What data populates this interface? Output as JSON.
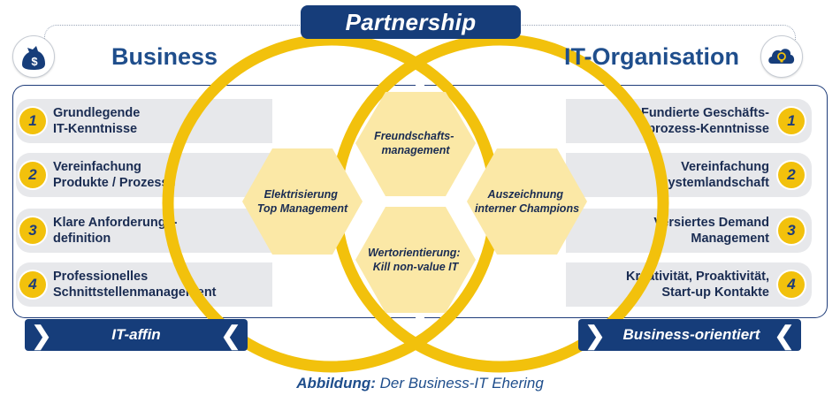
{
  "title": "Partnership",
  "left": {
    "heading": "Business",
    "icon": "money-bag-icon",
    "items": [
      {
        "num": "1",
        "line1": "Grundlegende",
        "line2": "IT-Kenntnisse"
      },
      {
        "num": "2",
        "line1": "Vereinfachung",
        "line2": "Produkte / Prozesse"
      },
      {
        "num": "3",
        "line1": "Klare Anforderungs-",
        "line2": "definition"
      },
      {
        "num": "4",
        "line1": "Professionelles",
        "line2": "Schnittstellenmanagement"
      }
    ],
    "bar_label": "IT-affin"
  },
  "right": {
    "heading": "IT-Organisation",
    "icon": "cloud-lightbulb-icon",
    "items": [
      {
        "num": "1",
        "line1": "Fundierte Geschäfts-",
        "line2": "prozess-Kenntnisse"
      },
      {
        "num": "2",
        "line1": "Vereinfachung",
        "line2": "Systemlandschaft"
      },
      {
        "num": "3",
        "line1": "Versiertes Demand",
        "line2": "Management"
      },
      {
        "num": "4",
        "line1": "Kreativität, Proaktivität,",
        "line2": "Start-up Kontakte"
      }
    ],
    "bar_label": "Business-orientiert"
  },
  "center": {
    "hexagons": [
      {
        "line1": "Freundschafts-",
        "line2": "management"
      },
      {
        "line1": "Elektrisierung",
        "line2": "Top Management"
      },
      {
        "line1": "Auszeichnung",
        "line2": "interner Champions"
      },
      {
        "line1": "Wertorientierung:",
        "line2": "Kill non-value IT"
      }
    ]
  },
  "caption": {
    "bold": "Abbildung:",
    "text": " Der Business-IT Ehering"
  },
  "colors": {
    "navy": "#163d7a",
    "gold": "#f2c10c",
    "hex_fill": "#fbe8a6",
    "heading_blue": "#1f4e8c",
    "row_gray": "#e7e8eb"
  }
}
